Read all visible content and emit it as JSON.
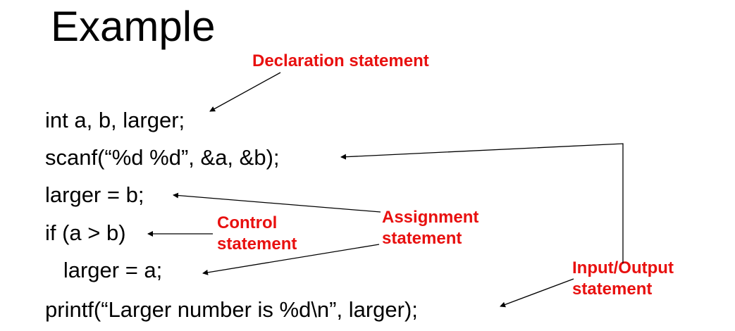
{
  "slide": {
    "title": "Example"
  },
  "code_lines": [
    "int a, b, larger;",
    "scanf(“%d %d”, &a, &b);",
    "larger = b;",
    "if (a > b)",
    "   larger = a;",
    "printf(“Larger number is %d\\n”, larger);"
  ],
  "annotations": {
    "declaration": "Declaration statement",
    "control_line1": "Control",
    "control_line2": "statement",
    "assignment_line1": "Assignment",
    "assignment_line2": "statement",
    "io_line1": "Input/Output",
    "io_line2": "statement"
  },
  "colors": {
    "annotation": "#e8100f",
    "text": "#000000",
    "arrow": "#000000"
  }
}
